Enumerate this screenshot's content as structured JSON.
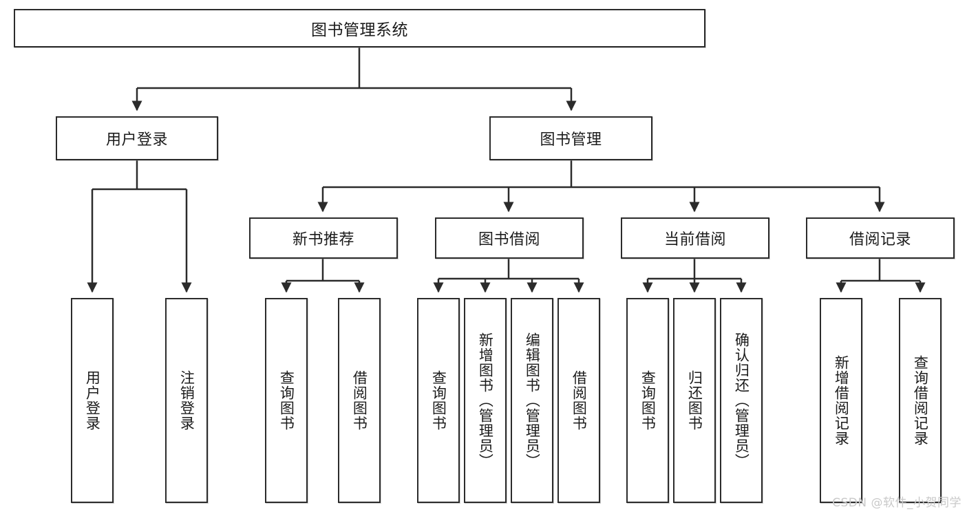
{
  "diagram": {
    "title_node": "图书管理系统",
    "type": "hierarchy-tree",
    "style": {
      "stroke": "#2b2b2b",
      "fill": "#ffffff",
      "text": "#1b1b1b",
      "watermark_color": "#c9c9c9"
    },
    "levels": {
      "level1": [
        {
          "id": "root",
          "label": "图书管理系统"
        }
      ],
      "level2": [
        {
          "id": "user-login",
          "label": "用户登录"
        },
        {
          "id": "book-manage",
          "label": "图书管理"
        }
      ],
      "level3": [
        {
          "id": "new-book-rec",
          "label": "新书推荐"
        },
        {
          "id": "book-borrow",
          "label": "图书借阅"
        },
        {
          "id": "current-borrow",
          "label": "当前借阅"
        },
        {
          "id": "borrow-record",
          "label": "借阅记录"
        }
      ],
      "level4": [
        {
          "id": "leaf-user-login",
          "label": "用户登录"
        },
        {
          "id": "leaf-logout",
          "label": "注销登录"
        },
        {
          "id": "leaf-query-book-1",
          "label": "查询图书"
        },
        {
          "id": "leaf-borrow-book-1",
          "label": "借阅图书"
        },
        {
          "id": "leaf-query-book-2",
          "label": "查询图书"
        },
        {
          "id": "leaf-add-book",
          "label": "新增图书（管理员）"
        },
        {
          "id": "leaf-edit-book",
          "label": "编辑图书（管理员）"
        },
        {
          "id": "leaf-borrow-book-2",
          "label": "借阅图书"
        },
        {
          "id": "leaf-query-book-3",
          "label": "查询图书"
        },
        {
          "id": "leaf-return-book",
          "label": "归还图书"
        },
        {
          "id": "leaf-confirm-return",
          "label": "确认归还（管理员）"
        },
        {
          "id": "leaf-add-record",
          "label": "新增借阅记录"
        },
        {
          "id": "leaf-query-record",
          "label": "查询借阅记录"
        }
      ]
    },
    "watermark": "CSDN @软件_小贺同学"
  }
}
